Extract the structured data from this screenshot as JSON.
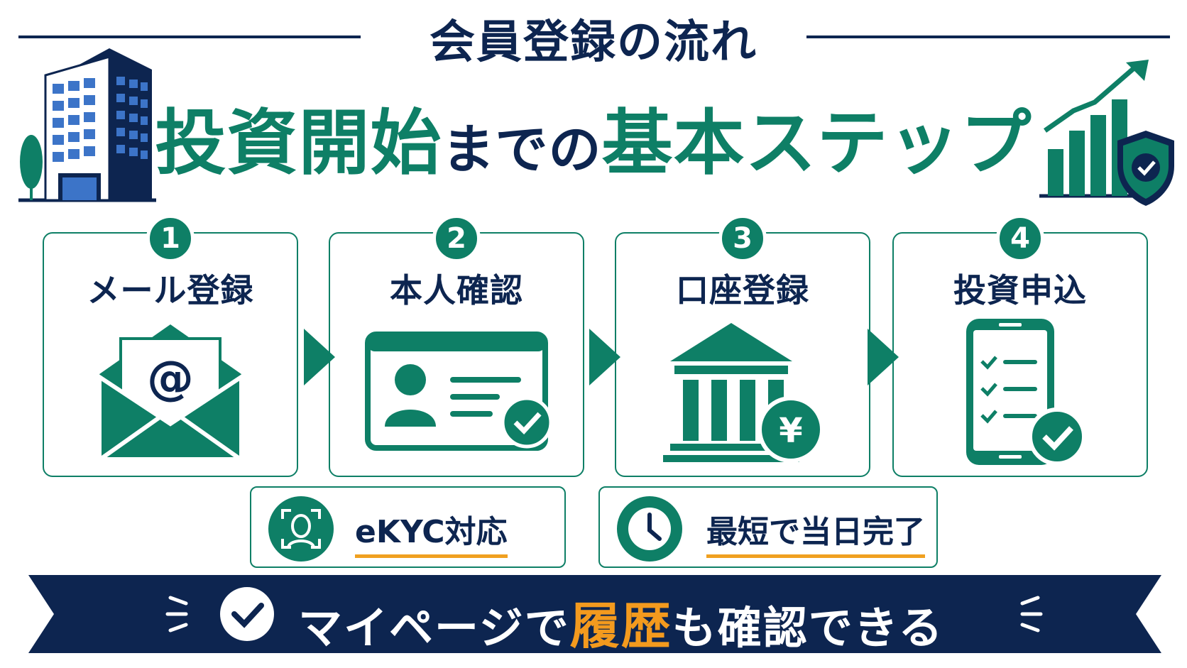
{
  "header": {
    "subtitle": "会員登録の流れ",
    "title_part1": "投資開始",
    "title_part2": "までの",
    "title_part3": "基本ステップ"
  },
  "colors": {
    "green": "#0e7f66",
    "navy": "#0d2550",
    "orange": "#f39a1e",
    "underline": "#f0a020"
  },
  "steps": [
    {
      "number": "1",
      "label": "メール登録",
      "icon": "email-icon"
    },
    {
      "number": "2",
      "label": "本人確認",
      "icon": "id-card-icon"
    },
    {
      "number": "3",
      "label": "口座登録",
      "icon": "bank-icon"
    },
    {
      "number": "4",
      "label": "投資申込",
      "icon": "smartphone-checklist-icon"
    }
  ],
  "features": [
    {
      "label": "eKYC対応",
      "icon": "face-scan-icon"
    },
    {
      "label": "最短で当日完了",
      "icon": "clock-icon"
    }
  ],
  "banner": {
    "text_part1": "マイページで",
    "text_highlight": "履歴",
    "text_part2": "も確認できる",
    "icon": "check-circle-icon"
  },
  "decorations": {
    "left_icon": "building-icon",
    "right_icon": "growth-chart-shield-icon"
  }
}
